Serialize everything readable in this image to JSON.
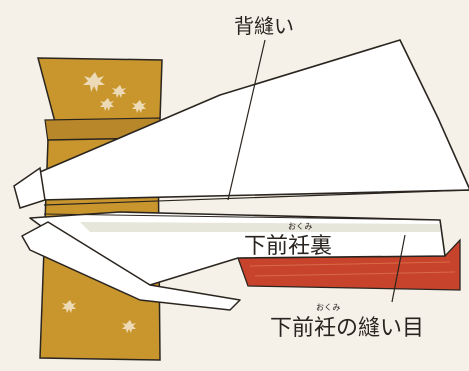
{
  "labels": {
    "back_seam": "背縫い",
    "lower_front_lining": "下前衽裏",
    "lower_front_lining_ruby": "おくみ",
    "lower_front_seam": "下前衽の縫い目",
    "lower_front_seam_ruby": "おくみ"
  },
  "colors": {
    "background": "#f5f1e8",
    "mustard_fabric": "#c9962e",
    "mustard_dark": "#b07f22",
    "white_fabric": "#ffffff",
    "outline": "#2b2520",
    "lining_red": "#c8432b",
    "lining_shadow": "#e2e2d8"
  },
  "icons": [
    "maple-leaf-icon"
  ]
}
